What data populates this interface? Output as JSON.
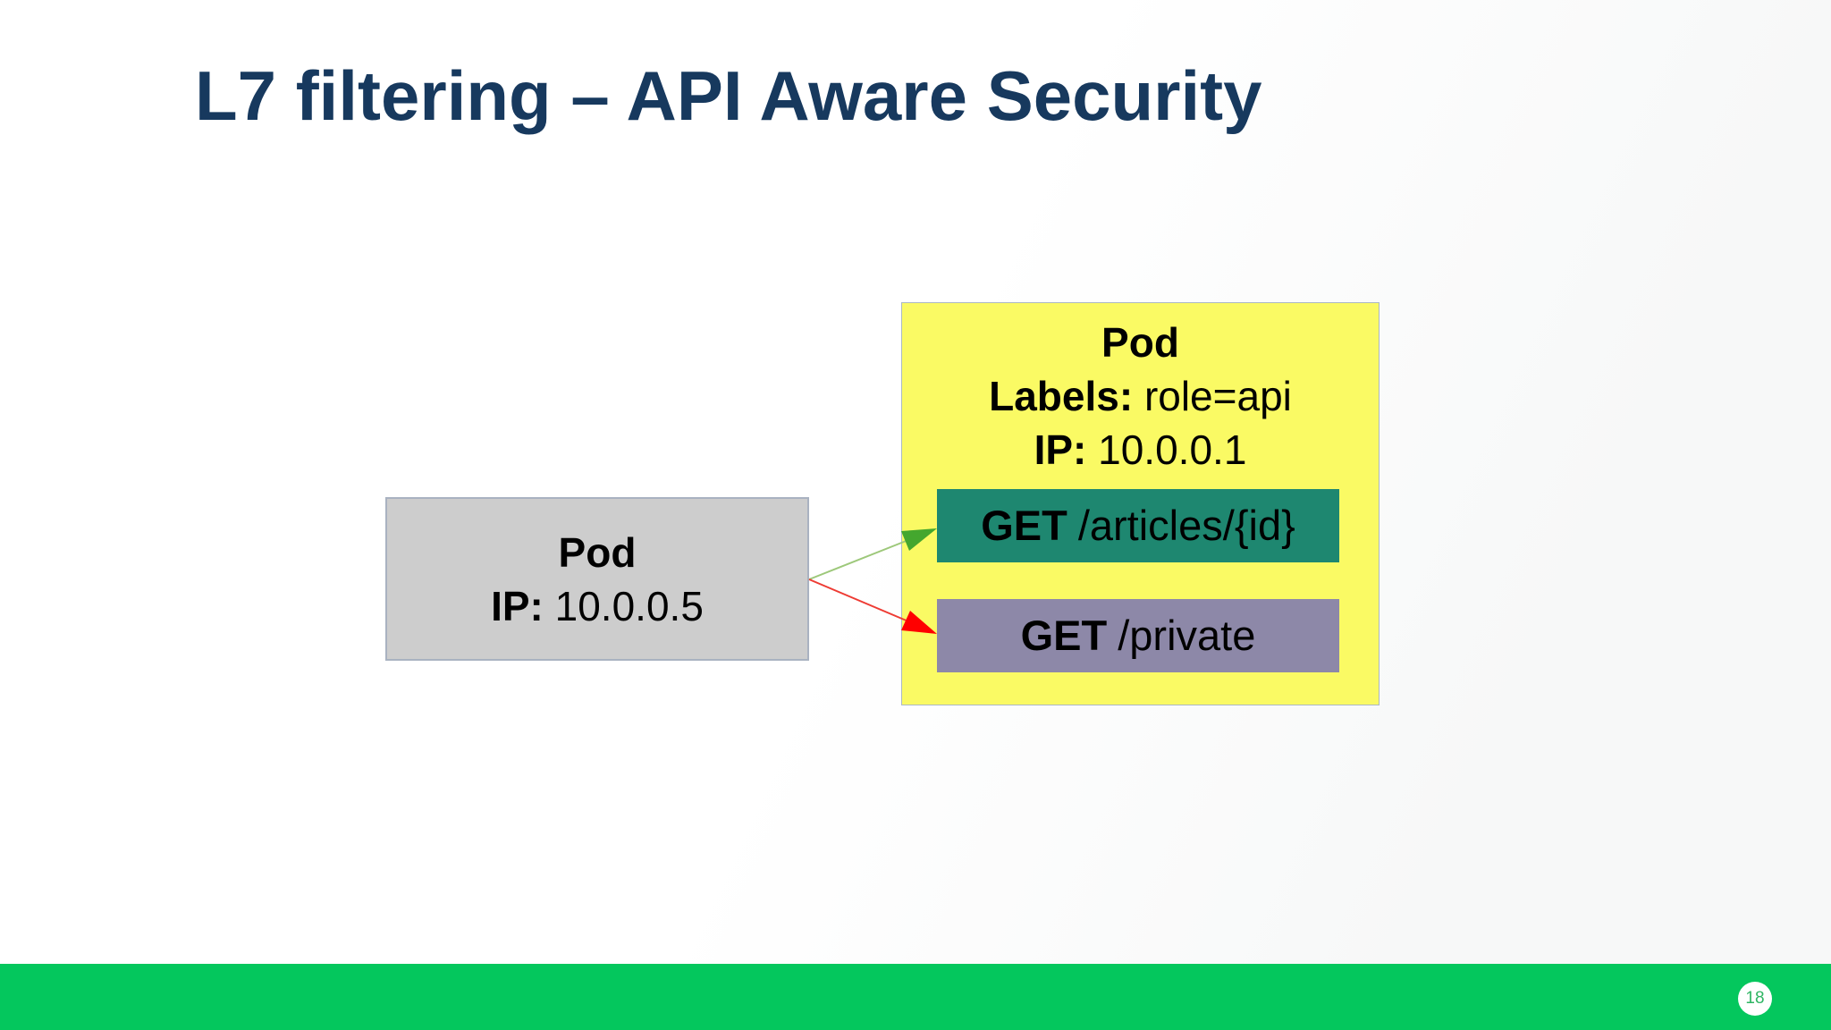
{
  "slide": {
    "title": "L7 filtering – API Aware Security",
    "page_number": "18"
  },
  "client_pod": {
    "title": "Pod",
    "ip_label": "IP:",
    "ip_value": "10.0.0.5"
  },
  "api_pod": {
    "title": "Pod",
    "labels_label": "Labels:",
    "labels_value": "role=api",
    "ip_label": "IP:",
    "ip_value": "10.0.0.1"
  },
  "requests": {
    "allowed": {
      "method": "GET",
      "path": "/articles/{id}"
    },
    "denied": {
      "method": "GET",
      "path": "/private"
    }
  },
  "colors": {
    "title_text": "#17395e",
    "client_pod_bg": "#cdcdcd",
    "api_pod_bg": "#fafa64",
    "allowed_bg": "#1e8770",
    "denied_bg": "#8d88a8",
    "allowed_line": "#9dc87a",
    "allowed_arrow": "#44a72e",
    "denied_line": "#ee3b33",
    "denied_arrow": "#ff0000",
    "footer_bar": "#04c75d",
    "page_badge_bg": "#ffffff",
    "page_badge_text": "#2fb563"
  }
}
